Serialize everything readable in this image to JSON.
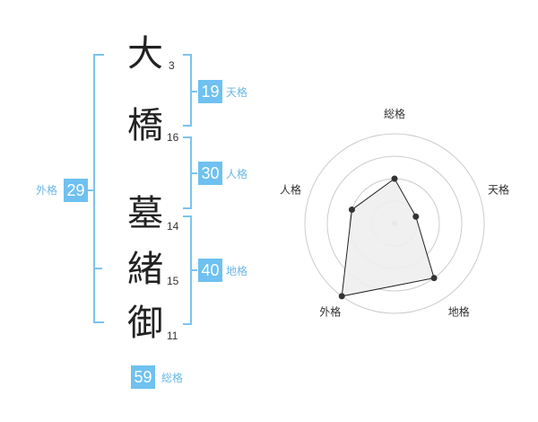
{
  "name_chars": [
    {
      "char": "大",
      "strokes": "3"
    },
    {
      "char": "橋",
      "strokes": "16"
    },
    {
      "char": "墓",
      "strokes": "14"
    },
    {
      "char": "緒",
      "strokes": "15"
    },
    {
      "char": "御",
      "strokes": "11"
    }
  ],
  "kaku": {
    "tenkaku": {
      "value": "19",
      "label": "天格"
    },
    "jinkaku": {
      "value": "30",
      "label": "人格"
    },
    "chikaku": {
      "value": "40",
      "label": "地格"
    },
    "gaikaku": {
      "value": "29",
      "label": "外格"
    },
    "soukaku": {
      "value": "59",
      "label": "総格"
    }
  },
  "chart_data": {
    "type": "radar",
    "axes": [
      "総格",
      "天格",
      "地格",
      "外格",
      "人格"
    ],
    "values": [
      2,
      1,
      3,
      4,
      2
    ],
    "max": 4,
    "rings": 4
  },
  "colors": {
    "accent": "#6ec1f0",
    "bracket": "#7cc3ef",
    "radar_fill": "#eeeeee",
    "radar_ring": "#cccccc"
  }
}
